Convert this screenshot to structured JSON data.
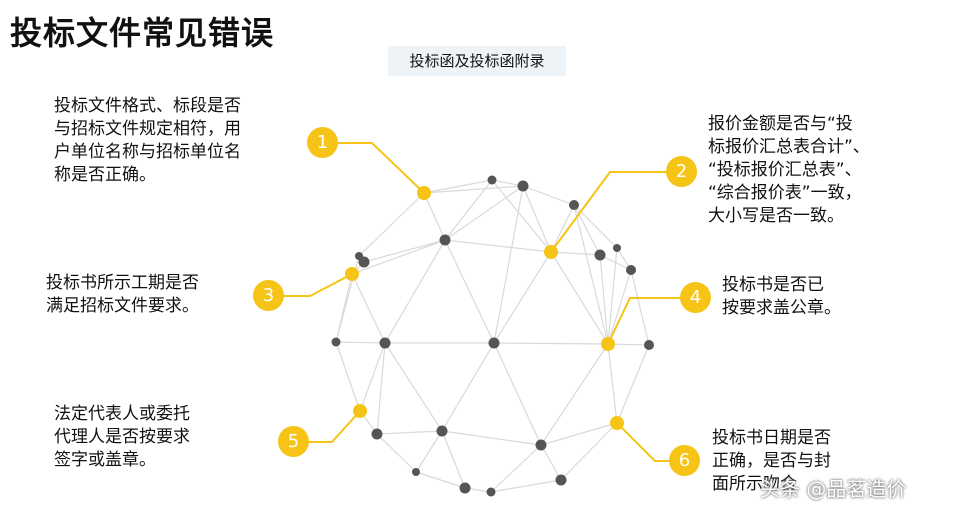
{
  "title": "投标文件常见错误",
  "subtitle": "投标函及投标函附录",
  "items": [
    {
      "number": "1",
      "text": "投标文件格式、标段是否\n与招标文件规定相符，用\n户单位名称与招标单位名\n称是否正确。"
    },
    {
      "number": "2",
      "text": "报价金额是否与“投\n标报价汇总表合计”、\n“投标报价汇总表”、\n“综合报价表”一致，\n大小写是否一致。"
    },
    {
      "number": "3",
      "text": "投标书所示工期是否\n满足招标文件要求。"
    },
    {
      "number": "4",
      "text": "投标书是否已\n按要求盖公章。"
    },
    {
      "number": "5",
      "text": "法定代表人或委托\n代理人是否按要求\n签字或盖章。"
    },
    {
      "number": "6",
      "text": "投标书日期是否\n正确，是否与封\n面所示吻合"
    }
  ],
  "watermark": "头条 @品茗造价",
  "colors": {
    "accent": "#f6c416",
    "node": "#555555",
    "line": "#d9d9d9"
  }
}
